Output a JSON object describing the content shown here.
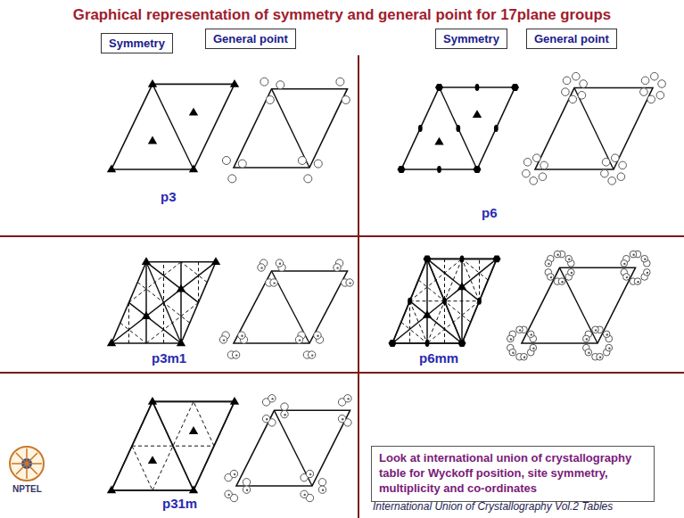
{
  "diagram": {
    "title": "Graphical representation of symmetry and general point for 17plane groups",
    "caption": "International Union of Crystallography Vol.2 Tables",
    "nodes": [
      {
        "text": [
          "Symmetry"
        ]
      },
      {
        "text": [
          "General point"
        ]
      },
      {
        "text": [
          "Symmetry"
        ]
      },
      {
        "text": [
          "General point"
        ]
      },
      {
        "text": [
          "Look at international union of crystallography table for Wyckoff position, site symmetry, multiplicity and co-ordinates"
        ]
      }
    ],
    "labels": [
      "p3",
      "p6",
      "p3m1",
      "p6mm",
      "p31m",
      "NPTEL"
    ]
  }
}
